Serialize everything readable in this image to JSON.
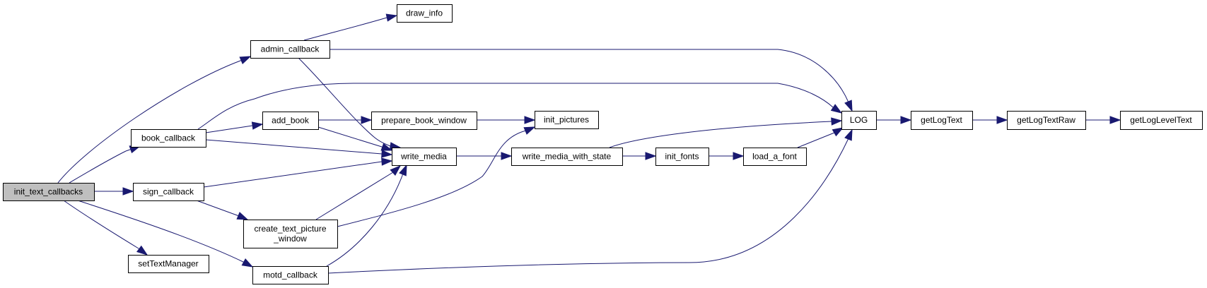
{
  "graph": {
    "type": "call-graph",
    "edge_color": "#191970",
    "root_fill": "#bfbfbf",
    "nodes": [
      {
        "id": "init_text_callbacks",
        "label": [
          "init_text_callbacks"
        ],
        "root": true
      },
      {
        "id": "admin_callback",
        "label": [
          "admin_callback"
        ]
      },
      {
        "id": "draw_info",
        "label": [
          "draw_info"
        ]
      },
      {
        "id": "book_callback",
        "label": [
          "book_callback"
        ]
      },
      {
        "id": "add_book",
        "label": [
          "add_book"
        ]
      },
      {
        "id": "prepare_book_window",
        "label": [
          "prepare_book_window"
        ]
      },
      {
        "id": "init_pictures",
        "label": [
          "init_pictures"
        ]
      },
      {
        "id": "write_media",
        "label": [
          "write_media"
        ]
      },
      {
        "id": "write_media_with_state",
        "label": [
          "write_media_with_state"
        ]
      },
      {
        "id": "init_fonts",
        "label": [
          "init_fonts"
        ]
      },
      {
        "id": "load_a_font",
        "label": [
          "load_a_font"
        ]
      },
      {
        "id": "LOG",
        "label": [
          "LOG"
        ]
      },
      {
        "id": "getLogText",
        "label": [
          "getLogText"
        ]
      },
      {
        "id": "getLogTextRaw",
        "label": [
          "getLogTextRaw"
        ]
      },
      {
        "id": "getLogLevelText",
        "label": [
          "getLogLevelText"
        ]
      },
      {
        "id": "sign_callback",
        "label": [
          "sign_callback"
        ]
      },
      {
        "id": "create_text_picture_window",
        "label": [
          "create_text_picture",
          "_window"
        ]
      },
      {
        "id": "setTextManager",
        "label": [
          "setTextManager"
        ]
      },
      {
        "id": "motd_callback",
        "label": [
          "motd_callback"
        ]
      }
    ],
    "edges": [
      {
        "from": "init_text_callbacks",
        "to": "admin_callback"
      },
      {
        "from": "init_text_callbacks",
        "to": "book_callback"
      },
      {
        "from": "init_text_callbacks",
        "to": "sign_callback"
      },
      {
        "from": "init_text_callbacks",
        "to": "setTextManager"
      },
      {
        "from": "init_text_callbacks",
        "to": "motd_callback"
      },
      {
        "from": "admin_callback",
        "to": "draw_info"
      },
      {
        "from": "admin_callback",
        "to": "LOG"
      },
      {
        "from": "admin_callback",
        "to": "write_media"
      },
      {
        "from": "book_callback",
        "to": "LOG"
      },
      {
        "from": "book_callback",
        "to": "add_book"
      },
      {
        "from": "book_callback",
        "to": "write_media"
      },
      {
        "from": "add_book",
        "to": "prepare_book_window"
      },
      {
        "from": "add_book",
        "to": "write_media"
      },
      {
        "from": "prepare_book_window",
        "to": "init_pictures"
      },
      {
        "from": "write_media",
        "to": "write_media_with_state"
      },
      {
        "from": "write_media_with_state",
        "to": "LOG"
      },
      {
        "from": "write_media_with_state",
        "to": "init_fonts"
      },
      {
        "from": "init_fonts",
        "to": "load_a_font"
      },
      {
        "from": "load_a_font",
        "to": "LOG"
      },
      {
        "from": "LOG",
        "to": "getLogText"
      },
      {
        "from": "getLogText",
        "to": "getLogTextRaw"
      },
      {
        "from": "getLogTextRaw",
        "to": "getLogLevelText"
      },
      {
        "from": "sign_callback",
        "to": "write_media"
      },
      {
        "from": "sign_callback",
        "to": "create_text_picture_window"
      },
      {
        "from": "create_text_picture_window",
        "to": "write_media"
      },
      {
        "from": "create_text_picture_window",
        "to": "init_pictures"
      },
      {
        "from": "motd_callback",
        "to": "write_media"
      },
      {
        "from": "motd_callback",
        "to": "LOG"
      }
    ]
  }
}
